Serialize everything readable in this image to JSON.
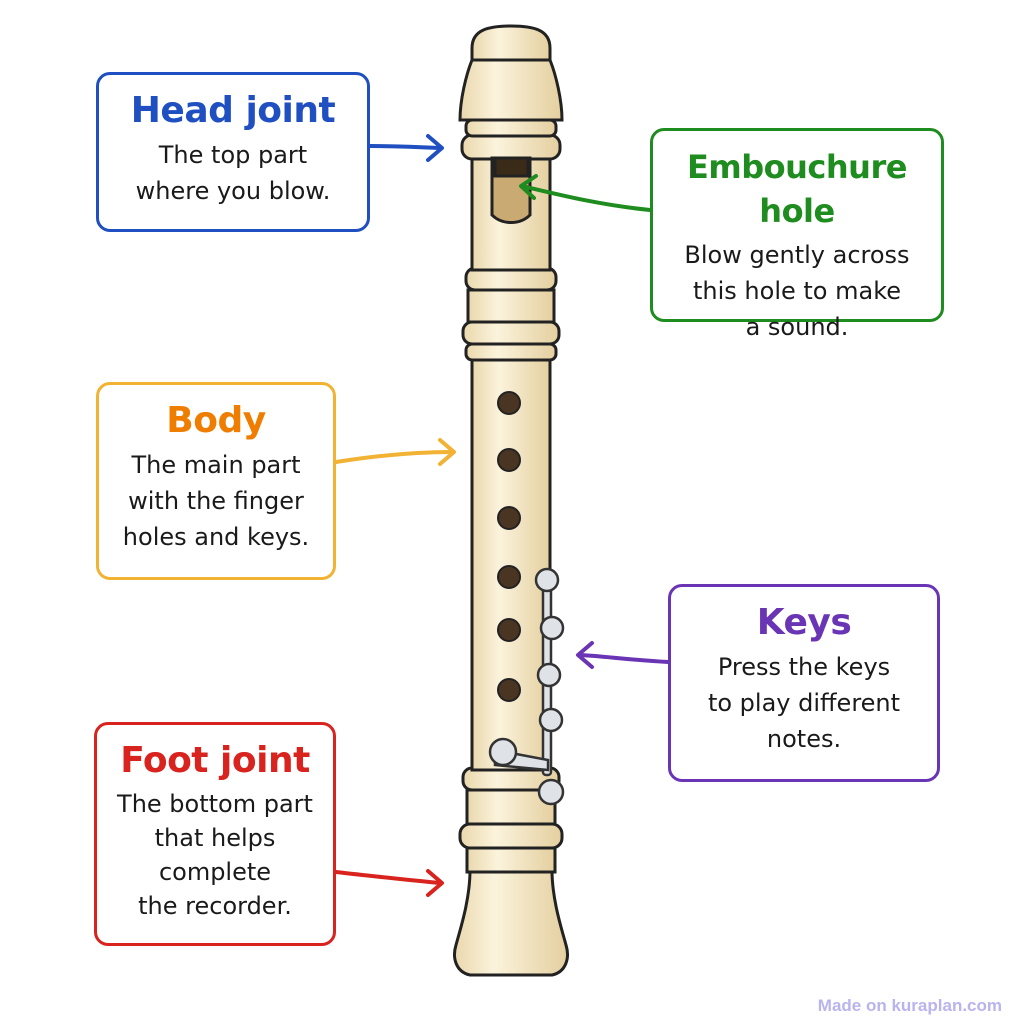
{
  "colors": {
    "head_joint": "#1f4fc0",
    "embouchure_hole": "#1e8c1e",
    "body": "#ef7d00",
    "body_border": "#f2b233",
    "keys": "#6a35b5",
    "foot_joint": "#d8231e",
    "recorder_fill": "#f5e9c8",
    "recorder_outline": "#222222",
    "watermark": "#b9b3ee"
  },
  "labels": {
    "head_joint": {
      "title": "Head joint",
      "text": "The top part\nwhere you blow."
    },
    "embouchure_hole": {
      "title": "Embouchure hole",
      "text": "Blow gently across\nthis hole to make\na sound."
    },
    "body": {
      "title": "Body",
      "text": "The main part\nwith the finger\nholes and keys."
    },
    "keys": {
      "title": "Keys",
      "text": "Press the keys\nto play different\nnotes."
    },
    "foot_joint": {
      "title": "Foot joint",
      "text": "The bottom part\nthat helps\ncomplete\nthe recorder."
    }
  },
  "watermark": "Made on kuraplan.com",
  "icons": [
    "recorder-illustration",
    "arrow-icon"
  ]
}
